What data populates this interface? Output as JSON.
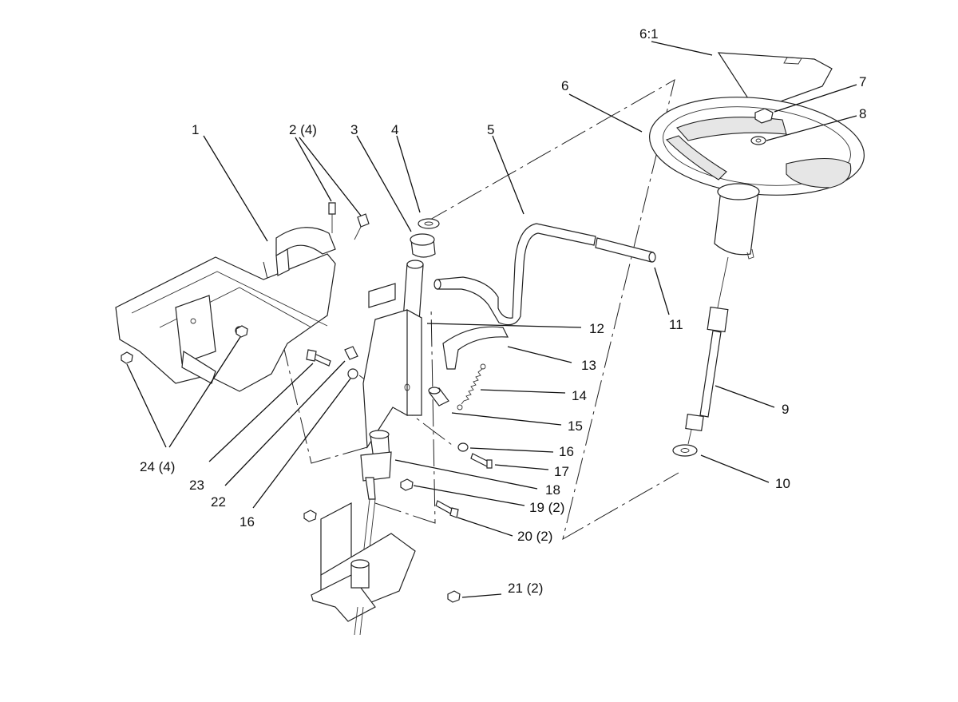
{
  "labels": {
    "l1": "1",
    "l2": "2 (4)",
    "l3": "3",
    "l4": "4",
    "l5": "5",
    "l6": "6",
    "l61": "6:1",
    "l7": "7",
    "l8": "8",
    "l9": "9",
    "l10": "10",
    "l11": "11",
    "l12": "12",
    "l13": "13",
    "l14": "14",
    "l15": "15",
    "l16a": "16",
    "l16b": "16",
    "l17": "17",
    "l18": "18",
    "l19": "19 (2)",
    "l20": "20 (2)",
    "l21": "21 (2)",
    "l22": "22",
    "l23": "23",
    "l24": "24 (4)"
  }
}
